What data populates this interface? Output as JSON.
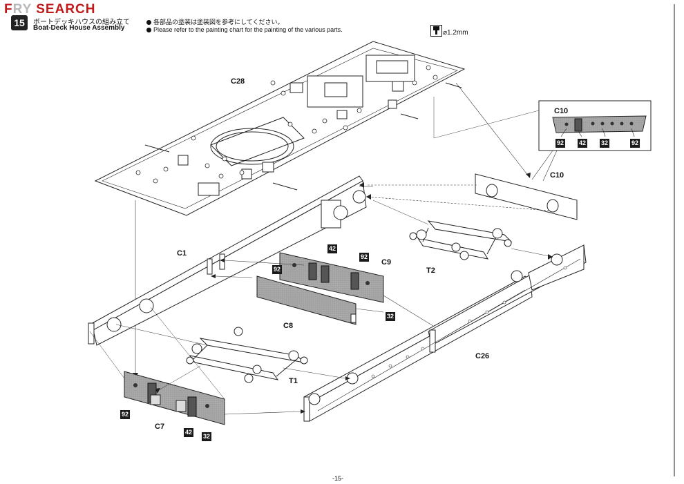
{
  "header": {
    "logo_left": "F",
    "logo_mid": "RY",
    "logo_right": "SEARCH",
    "step_number": "15",
    "title_jp": "ボートデッキハウスの組み立て",
    "title_en": "Boat-Deck House Assembly",
    "note_jp": "各部品の塗装は塗装図を参考にしてください。",
    "note_en": "Please refer to the painting chart for the painting of the various parts.",
    "drill_label": "⌀1.2mm"
  },
  "parts": {
    "c28": "C28",
    "c10": "C10",
    "c10_inset": "C10",
    "c1": "C1",
    "c9": "C9",
    "t2": "T2",
    "c8": "C8",
    "c26": "C26",
    "t1": "T1",
    "c7": "C7"
  },
  "paint_codes": {
    "inset": [
      "92",
      "42",
      "32",
      "92"
    ],
    "c9_top": [
      "42",
      "92"
    ],
    "c9_left": "92",
    "c9_bottom": "32",
    "c7": [
      "92",
      "42",
      "32"
    ]
  },
  "footer": {
    "page": "-15-"
  }
}
